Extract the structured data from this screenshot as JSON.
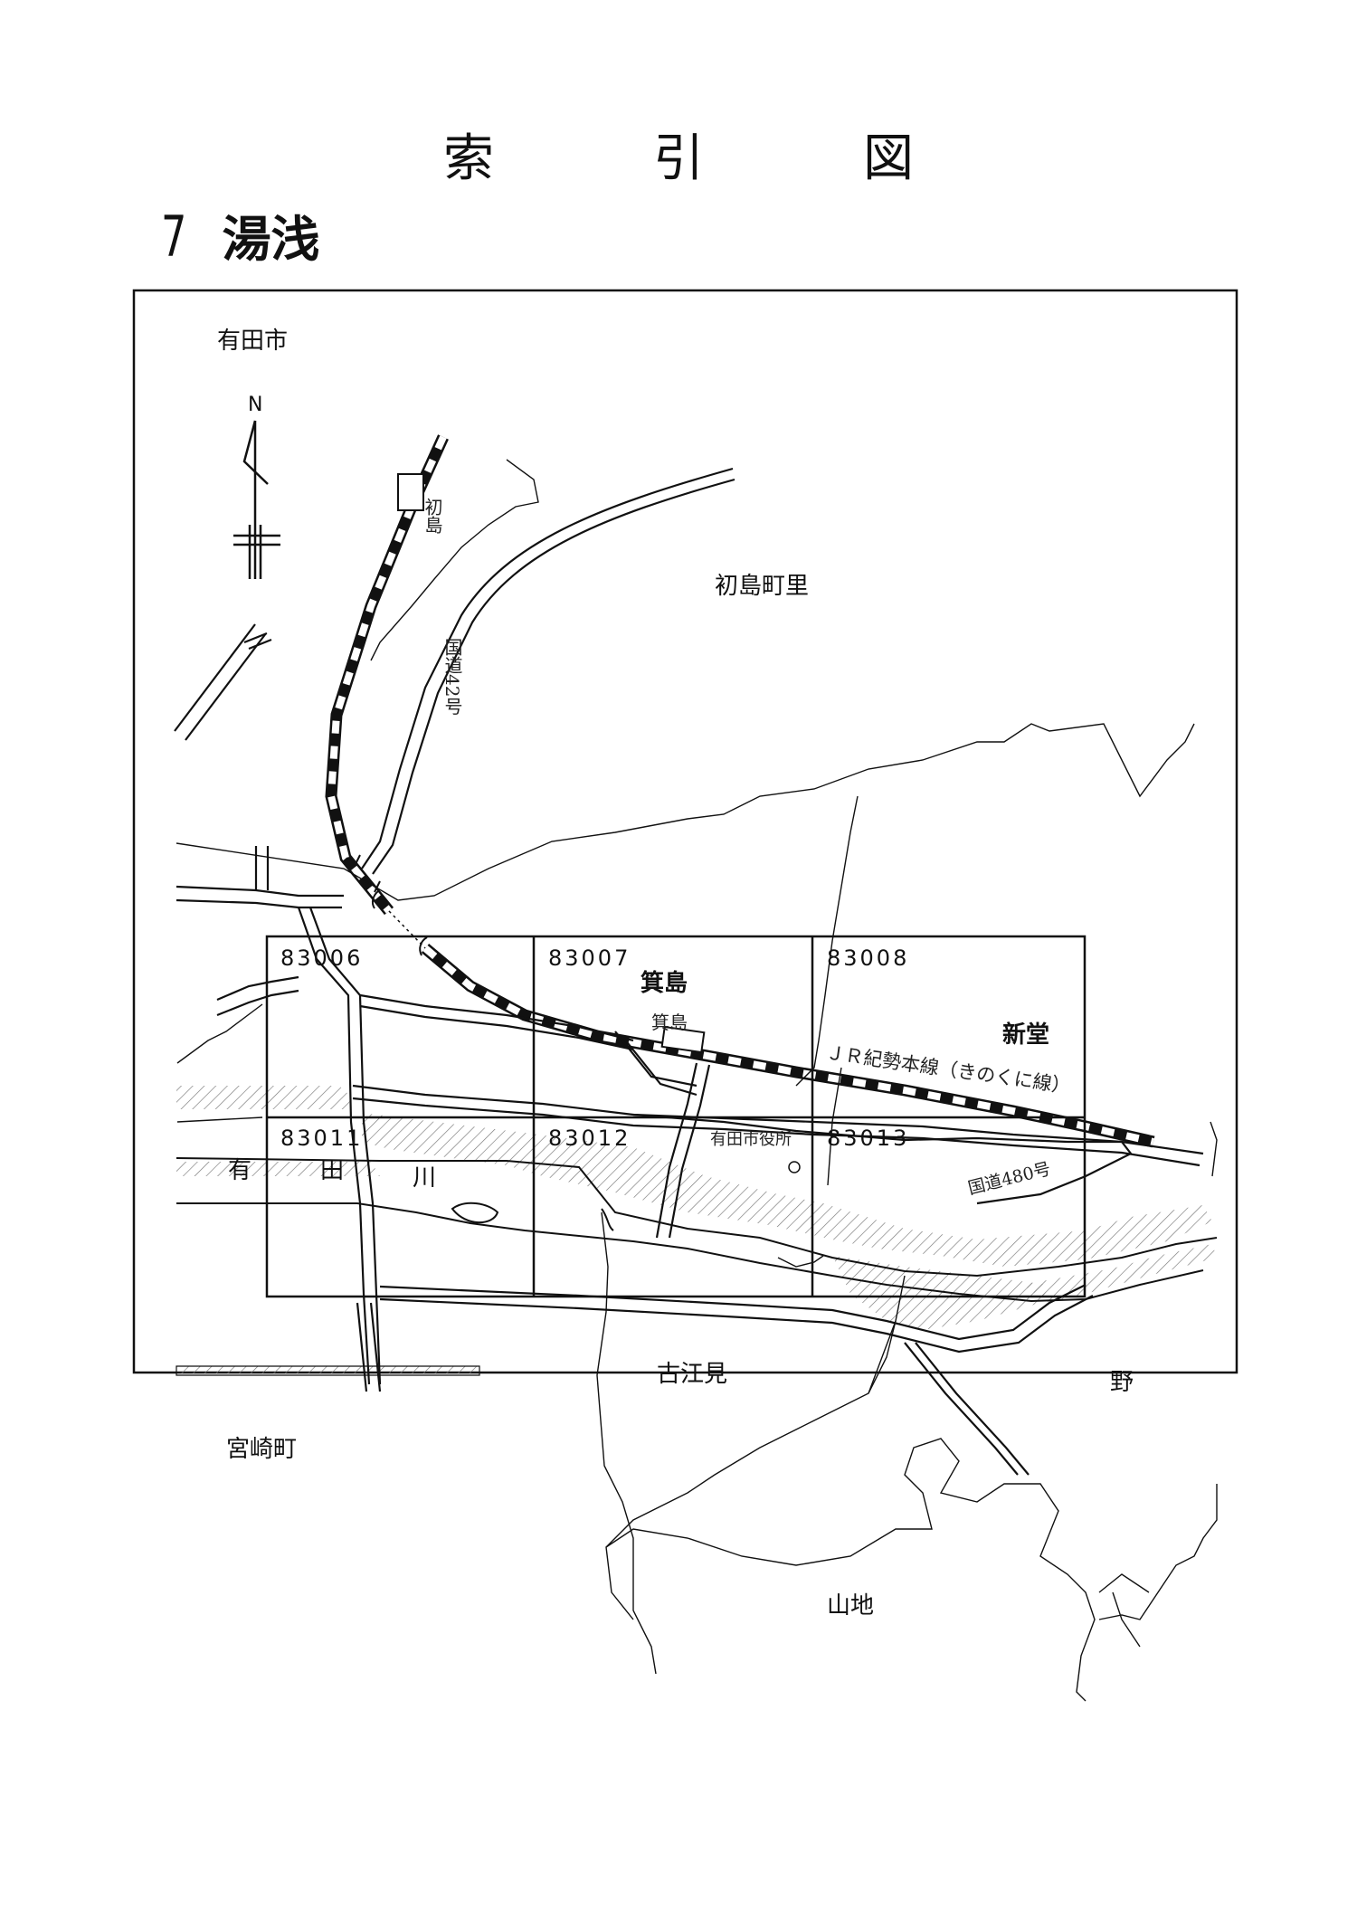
{
  "header": {
    "title_chars": [
      "索",
      "引",
      "図"
    ],
    "section_number": "7",
    "section_name": "湯浅"
  },
  "map": {
    "compass_label": "N",
    "places": {
      "arida_city": "有田市",
      "hatsushima_chosato": "初島町里",
      "mishima": "箕島",
      "shindo": "新堂",
      "koemi": "古江見",
      "no": "野",
      "miyazaki_cho": "宮崎町",
      "sanchi": "山地"
    },
    "features": {
      "hatsushima_station": "初島",
      "mishima_station": "箕島",
      "route42": "国道42号",
      "route480": "国道480号",
      "jr_line": "ＪＲ紀勢本線（きのくに線）",
      "arida_city_hall": "有田市役所",
      "arida_river": [
        "有",
        "田",
        "川"
      ]
    },
    "sheets": [
      "83006",
      "83007",
      "83008",
      "83011",
      "83012",
      "83013"
    ]
  }
}
